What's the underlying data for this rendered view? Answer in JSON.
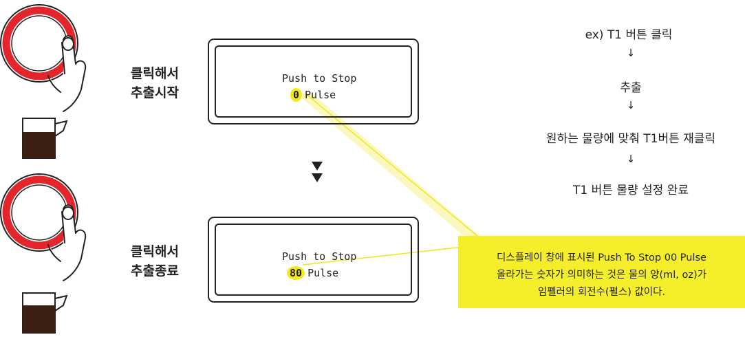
{
  "steps": [
    {
      "label_line1": "클릭해서",
      "label_line2": "추출시작",
      "display_line1": "Push to Stop",
      "pulse_count": "0",
      "pulse_unit": "Pulse"
    },
    {
      "label_line1": "클릭해서",
      "label_line2": "추출종료",
      "display_line1": "Push to Stop",
      "pulse_count": "80",
      "pulse_unit": "Pulse"
    }
  ],
  "flow": {
    "step1": "ex) T1 버튼 클릭",
    "arrow": "↓",
    "step2": "추출",
    "step3": "원하는 물량에 맞춰 T1버튼 재클릭",
    "step4": "T1 버튼 물량 설정 완료"
  },
  "note": {
    "line1": "디스플레이 창에 표시된 Push To Stop 00 Pulse",
    "line2": "올라가는 숫자가 의미하는 것은 물의 양(ml, oz)가",
    "line3": "임펠러의 회전수(펄스) 값이다."
  },
  "colors": {
    "ring_red": "#e3262b",
    "highlight_yellow": "#f2ea1f",
    "note_bg": "#f5ee2a"
  }
}
